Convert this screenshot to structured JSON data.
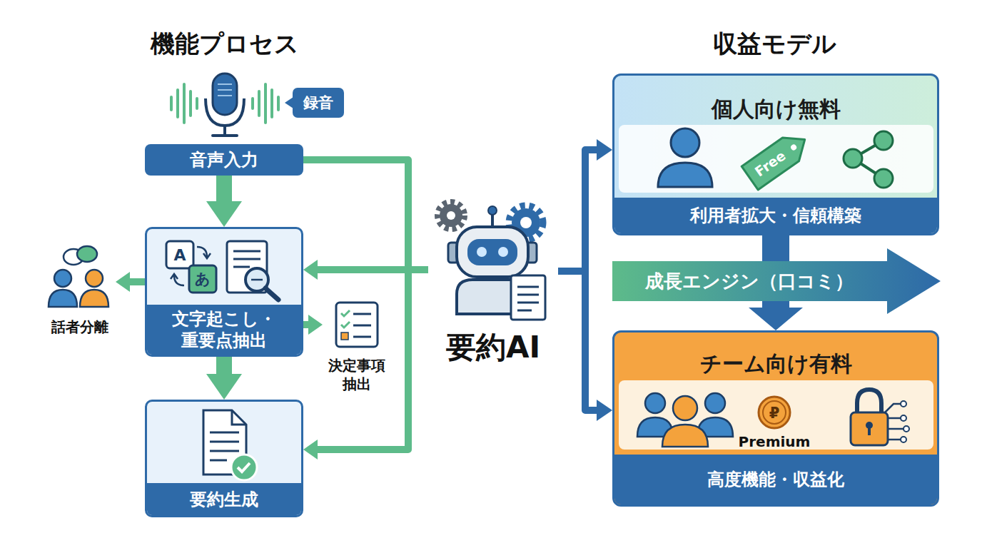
{
  "diagram": {
    "nodes": [
      {
        "text": [
          "録音"
        ]
      },
      {
        "text": [
          "音声入力"
        ]
      },
      {
        "text": [
          "文字起こし・ 重要点抽出"
        ]
      },
      {
        "text": [
          "話者分離"
        ]
      },
      {
        "text": [
          "決定事項 抽出"
        ]
      },
      {
        "text": [
          "要約生成"
        ]
      },
      {
        "text": [
          "要約AI"
        ]
      },
      {
        "text": [
          "個人向け無料",
          "利用者拡大・信頼構築"
        ]
      },
      {
        "text": [
          "成長エンジン（口コミ）"
        ]
      },
      {
        "text": [
          "チーム向け有料",
          "高度機能・収益化"
        ]
      }
    ],
    "edges": [
      {
        "from": 1,
        "to": 2,
        "arrow": "to"
      },
      {
        "from": 2,
        "to": 5,
        "arrow": "to"
      },
      {
        "from": 2,
        "to": 3,
        "arrow": "to"
      },
      {
        "from": 2,
        "to": 4,
        "arrow": "to"
      },
      {
        "from": 6,
        "to": 1,
        "arrow": "none"
      },
      {
        "from": 6,
        "to": 2,
        "arrow": "to"
      },
      {
        "from": 6,
        "to": 5,
        "arrow": "to"
      },
      {
        "from": 6,
        "to": 7,
        "arrow": "to"
      },
      {
        "from": 6,
        "to": 9,
        "arrow": "to"
      },
      {
        "from": 7,
        "to": 9,
        "arrow": "to"
      }
    ],
    "labels": [
      "機能プロセス",
      "収益モデル",
      "A",
      "あ",
      "Free",
      "₽",
      "Premium"
    ]
  }
}
